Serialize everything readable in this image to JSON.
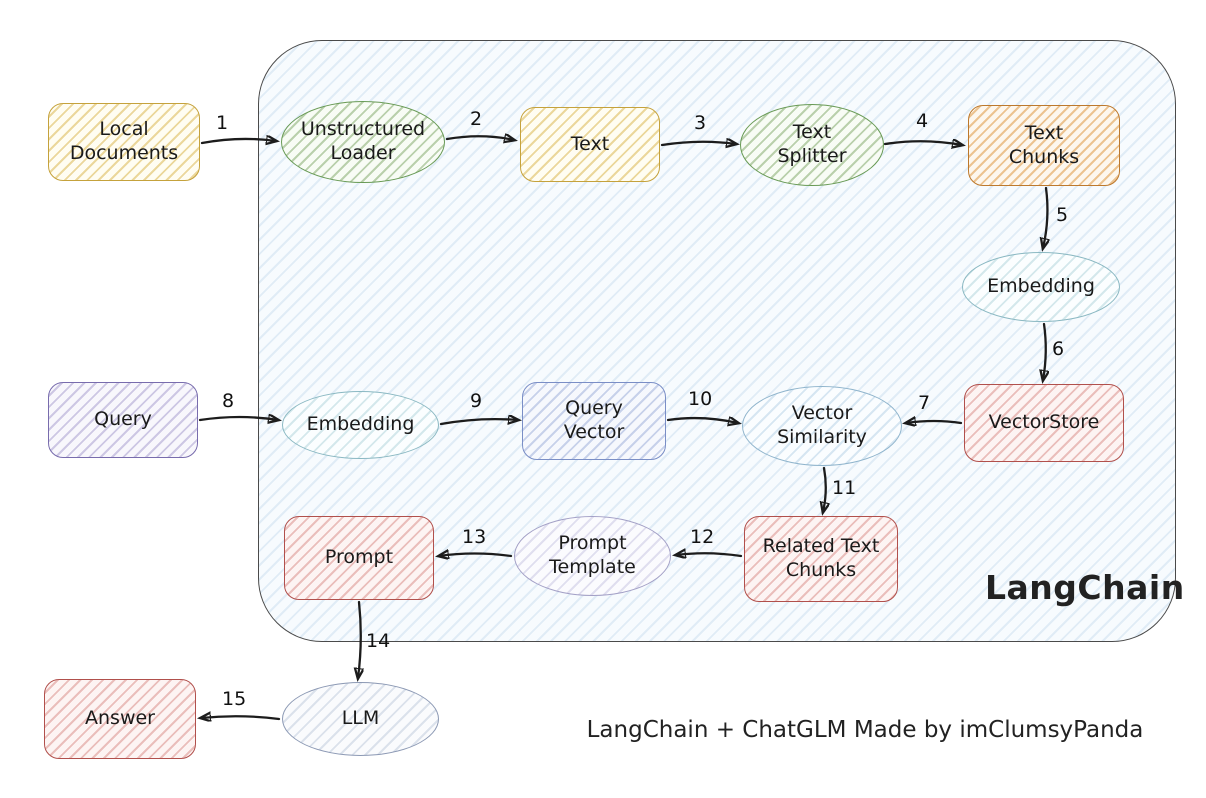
{
  "diagram": {
    "title_label": "LangChain",
    "caption": "LangChain + ChatGLM Made by imClumsyPanda",
    "nodes": [
      {
        "id": "local-documents",
        "label": "Local Documents",
        "shape": "rect",
        "color": "yellow"
      },
      {
        "id": "unstructured-loader",
        "label": "Unstructured Loader",
        "shape": "ellipse",
        "color": "green"
      },
      {
        "id": "text",
        "label": "Text",
        "shape": "rect",
        "color": "yellow"
      },
      {
        "id": "text-splitter",
        "label": "Text Splitter",
        "shape": "ellipse",
        "color": "green"
      },
      {
        "id": "text-chunks",
        "label": "Text Chunks",
        "shape": "rect",
        "color": "orange"
      },
      {
        "id": "embedding-docs",
        "label": "Embedding",
        "shape": "ellipse",
        "color": "teal"
      },
      {
        "id": "vectorstore",
        "label": "VectorStore",
        "shape": "rect",
        "color": "red"
      },
      {
        "id": "query",
        "label": "Query",
        "shape": "rect",
        "color": "purple"
      },
      {
        "id": "embedding-query",
        "label": "Embedding",
        "shape": "ellipse",
        "color": "teal"
      },
      {
        "id": "query-vector",
        "label": "Query Vector",
        "shape": "rect",
        "color": "blue"
      },
      {
        "id": "vector-similarity",
        "label": "Vector Similarity",
        "shape": "ellipse",
        "color": "lightblue"
      },
      {
        "id": "related-text-chunks",
        "label": "Related Text Chunks",
        "shape": "rect",
        "color": "red"
      },
      {
        "id": "prompt-template",
        "label": "Prompt Template",
        "shape": "ellipse",
        "color": "lavender"
      },
      {
        "id": "prompt",
        "label": "Prompt",
        "shape": "rect",
        "color": "red"
      },
      {
        "id": "llm",
        "label": "LLM",
        "shape": "ellipse",
        "color": "bluegray"
      },
      {
        "id": "answer",
        "label": "Answer",
        "shape": "rect",
        "color": "red"
      }
    ],
    "edges": [
      {
        "label": "1",
        "from": "local-documents",
        "to": "unstructured-loader"
      },
      {
        "label": "2",
        "from": "unstructured-loader",
        "to": "text"
      },
      {
        "label": "3",
        "from": "text",
        "to": "text-splitter"
      },
      {
        "label": "4",
        "from": "text-splitter",
        "to": "text-chunks"
      },
      {
        "label": "5",
        "from": "text-chunks",
        "to": "embedding-docs"
      },
      {
        "label": "6",
        "from": "embedding-docs",
        "to": "vectorstore"
      },
      {
        "label": "7",
        "from": "vectorstore",
        "to": "vector-similarity"
      },
      {
        "label": "8",
        "from": "query",
        "to": "embedding-query"
      },
      {
        "label": "9",
        "from": "embedding-query",
        "to": "query-vector"
      },
      {
        "label": "10",
        "from": "query-vector",
        "to": "vector-similarity"
      },
      {
        "label": "11",
        "from": "vector-similarity",
        "to": "related-text-chunks"
      },
      {
        "label": "12",
        "from": "related-text-chunks",
        "to": "prompt-template"
      },
      {
        "label": "13",
        "from": "prompt-template",
        "to": "prompt"
      },
      {
        "label": "14",
        "from": "prompt",
        "to": "llm"
      },
      {
        "label": "15",
        "from": "llm",
        "to": "answer"
      }
    ],
    "colors": {
      "yellow_border": "#c5a23c",
      "green_border": "#689a55",
      "orange_border": "#bd792d",
      "teal_border": "#8ab8c2",
      "red_border": "#b1504c",
      "purple_border": "#786cad",
      "blue_border": "#7a8ec6",
      "arrow": "#1c1c1c",
      "container_fill": "#f7fbfe"
    }
  }
}
